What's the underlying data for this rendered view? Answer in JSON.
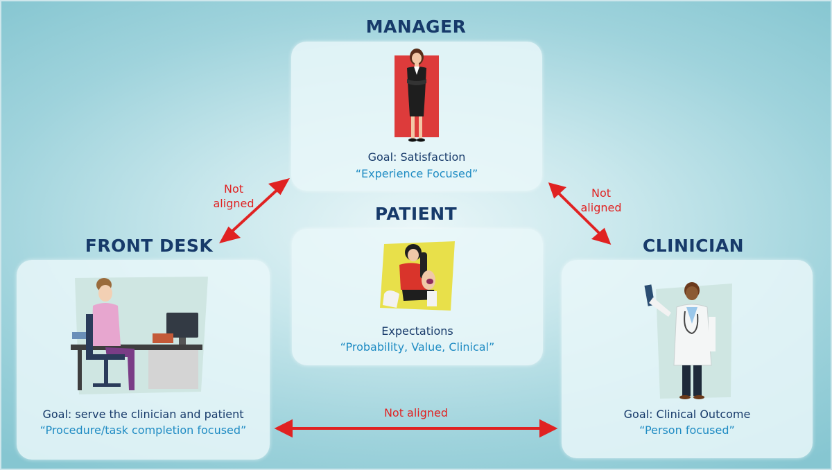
{
  "manager": {
    "title": "MANAGER",
    "goal": "Goal: Satisfaction",
    "focus": "“Experience Focused”"
  },
  "patient": {
    "title": "PATIENT",
    "goal": "Expectations",
    "focus": "“Probability, Value, Clinical”"
  },
  "front_desk": {
    "title": "FRONT DESK",
    "goal": "Goal: serve the clinician and patient",
    "focus": "“Procedure/task completion focused”"
  },
  "clinician": {
    "title": "CLINICIAN",
    "goal": "Goal: Clinical Outcome",
    "focus": "“Person focused”"
  },
  "relations": {
    "left_line1": "Not",
    "left_line2": "aligned",
    "right_line1": "Not",
    "right_line2": "aligned",
    "bottom": "Not aligned"
  },
  "colors": {
    "arrow": "#e02222",
    "heading": "#173a6a",
    "focus_text": "#1e8bc3"
  }
}
